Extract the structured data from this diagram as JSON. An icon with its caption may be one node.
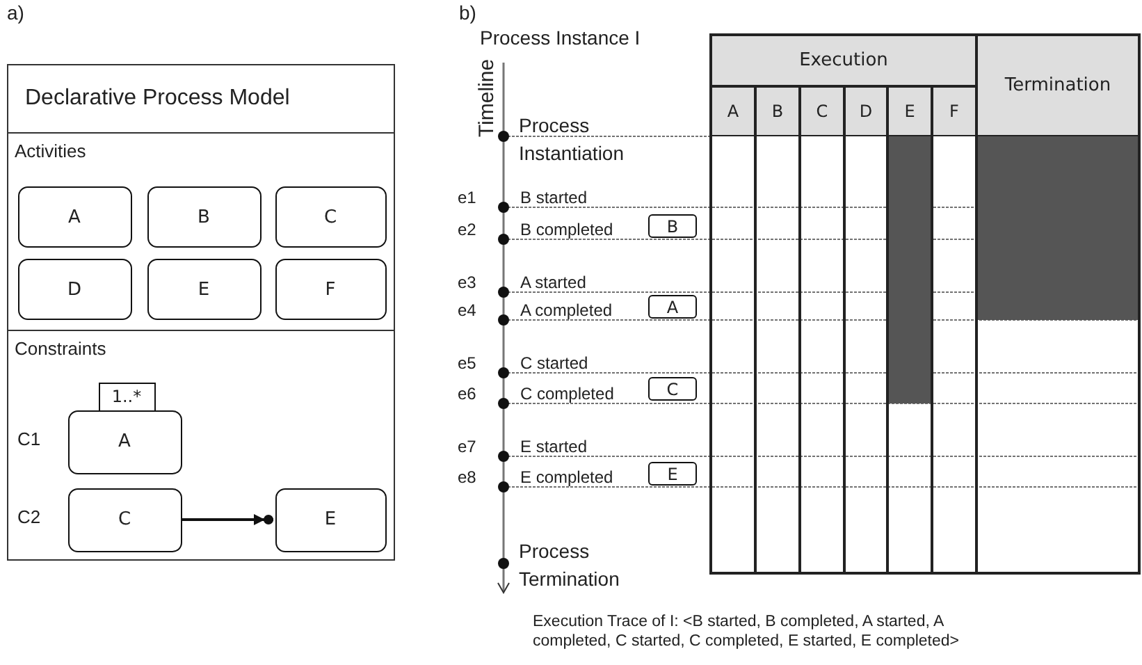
{
  "diagram": {
    "nodes": [
      {
        "text": [
          "Declarative Process Model"
        ]
      },
      {
        "text": [
          "Activities"
        ],
        "in": 0
      },
      {
        "text": [
          "A"
        ],
        "in": 1
      },
      {
        "text": [
          "B"
        ],
        "in": 1
      },
      {
        "text": [
          "C"
        ],
        "in": 1
      },
      {
        "text": [
          "D"
        ],
        "in": 1
      },
      {
        "text": [
          "E"
        ],
        "in": 1
      },
      {
        "text": [
          "F"
        ],
        "in": 1
      },
      {
        "text": [
          "Constraints"
        ],
        "in": 0
      },
      {
        "text": [
          "1..*"
        ],
        "in": 8
      },
      {
        "text": [
          "A"
        ],
        "in": 8,
        "beside": [
          "C1"
        ]
      },
      {
        "text": [
          "C"
        ],
        "in": 8,
        "beside": [
          "C2"
        ]
      },
      {
        "text": [
          "E"
        ],
        "in": 8
      },
      {
        "text": [
          "B"
        ]
      },
      {
        "text": [
          "A"
        ]
      },
      {
        "text": [
          "C"
        ]
      },
      {
        "text": [
          "E"
        ]
      }
    ],
    "edges": [
      {
        "from": 11,
        "to": 12,
        "arrow": "to"
      }
    ],
    "labels": [
      "a)",
      "b)",
      "Process Instance I",
      "Execution",
      "Termination",
      "Timeline",
      "A",
      "B",
      "C",
      "D",
      "E",
      "F",
      "Process Instantiation",
      "e1",
      "B started",
      "e2",
      "B completed",
      "e3",
      "A started",
      "e4",
      "A completed",
      "e5",
      "C started",
      "e6",
      "C completed",
      "e7",
      "E started",
      "e8",
      "E completed",
      "Process Termination",
      "Execution Trace of I: <B started, B completed, A started, A completed, C started, C completed, E started, E completed>"
    ]
  }
}
